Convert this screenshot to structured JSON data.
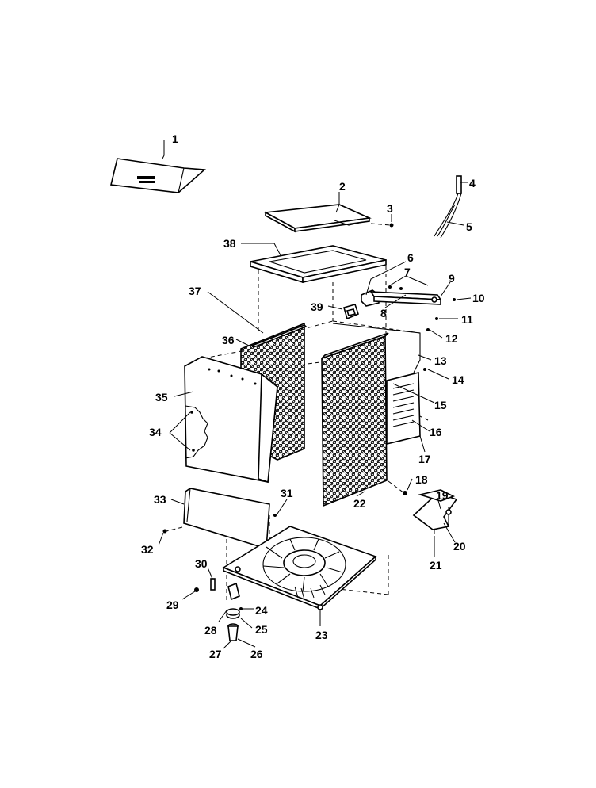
{
  "callouts": [
    {
      "id": "1",
      "text": "1"
    },
    {
      "id": "2",
      "text": "2"
    },
    {
      "id": "3",
      "text": "3"
    },
    {
      "id": "4",
      "text": "4"
    },
    {
      "id": "5",
      "text": "5"
    },
    {
      "id": "6",
      "text": "6"
    },
    {
      "id": "7",
      "text": "7"
    },
    {
      "id": "8",
      "text": "8"
    },
    {
      "id": "9",
      "text": "9"
    },
    {
      "id": "10",
      "text": "10"
    },
    {
      "id": "11",
      "text": "11"
    },
    {
      "id": "12",
      "text": "12"
    },
    {
      "id": "13",
      "text": "13"
    },
    {
      "id": "14",
      "text": "14"
    },
    {
      "id": "15",
      "text": "15"
    },
    {
      "id": "16",
      "text": "16"
    },
    {
      "id": "17",
      "text": "17"
    },
    {
      "id": "18",
      "text": "18"
    },
    {
      "id": "19",
      "text": "19"
    },
    {
      "id": "20",
      "text": "20"
    },
    {
      "id": "21",
      "text": "21"
    },
    {
      "id": "22",
      "text": "22"
    },
    {
      "id": "23",
      "text": "23"
    },
    {
      "id": "24",
      "text": "24"
    },
    {
      "id": "25",
      "text": "25"
    },
    {
      "id": "26",
      "text": "26"
    },
    {
      "id": "27",
      "text": "27"
    },
    {
      "id": "28",
      "text": "28"
    },
    {
      "id": "29",
      "text": "29"
    },
    {
      "id": "30",
      "text": "30"
    },
    {
      "id": "31",
      "text": "31"
    },
    {
      "id": "32",
      "text": "32"
    },
    {
      "id": "33",
      "text": "33"
    },
    {
      "id": "34",
      "text": "34"
    },
    {
      "id": "35",
      "text": "35"
    },
    {
      "id": "36",
      "text": "36"
    },
    {
      "id": "37",
      "text": "37"
    },
    {
      "id": "38",
      "text": "38"
    },
    {
      "id": "39",
      "text": "39"
    }
  ],
  "colors": {
    "ink": "#000000",
    "paper": "#ffffff"
  }
}
